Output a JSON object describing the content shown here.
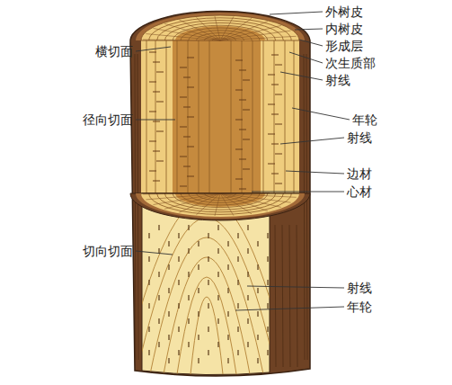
{
  "diagram": {
    "labels": [
      "外树皮",
      "横切面",
      "内树皮",
      "形成层",
      "次生质部",
      "射线",
      "径向切面",
      "年轮",
      "射线",
      "边材",
      "心材",
      "切向切面",
      "射线",
      "年轮"
    ]
  }
}
